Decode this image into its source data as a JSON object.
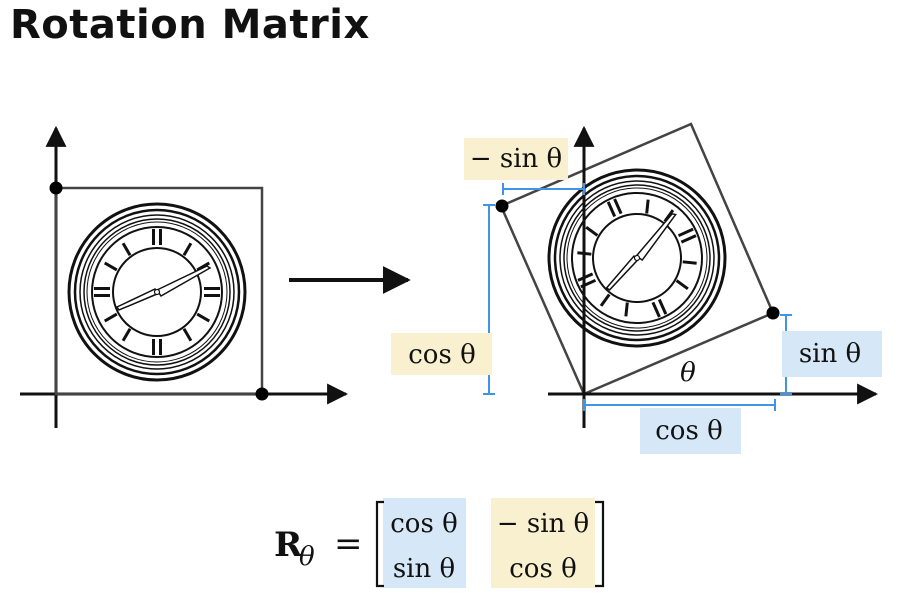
{
  "slide": {
    "title": "Rotation Matrix"
  },
  "labels": {
    "neg_sin_top": "− sin θ",
    "cos_left": "cos θ",
    "theta": "θ",
    "sin_right": "sin θ",
    "cos_bottom": "cos θ"
  },
  "equation": {
    "lhs": "R",
    "lhs_sub": "θ",
    "equals": "=",
    "m11": "cos θ",
    "m12": "− sin θ",
    "m21": "sin θ",
    "m22": "cos θ"
  },
  "colors": {
    "blue_highlight": "#d6e8f8",
    "yellow_highlight": "#f8f0cf",
    "measure_line": "#3d94e8"
  }
}
